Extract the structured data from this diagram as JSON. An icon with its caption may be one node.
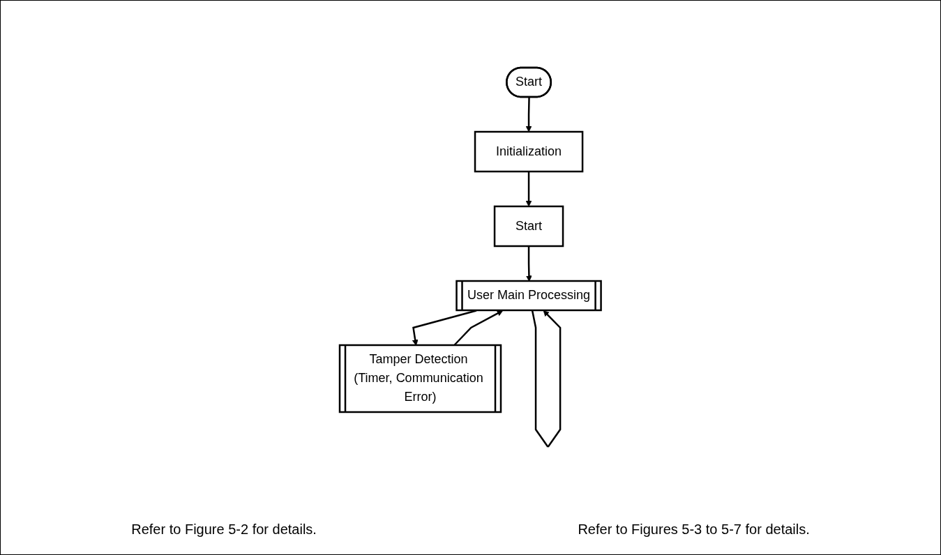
{
  "diagram": {
    "nodes": [
      {
        "text": [
          "Start"
        ]
      },
      {
        "text": [
          "Initialization"
        ]
      },
      {
        "text": [
          "Start"
        ]
      },
      {
        "text": [
          "User Main Processing"
        ]
      },
      {
        "text": [
          "Tamper Detection (Timer, Communication Error)"
        ]
      }
    ],
    "edges": [
      {
        "from": 0,
        "to": 1,
        "arrow": "to"
      },
      {
        "from": 1,
        "to": 2,
        "arrow": "to"
      },
      {
        "from": 2,
        "to": 3,
        "arrow": "to"
      },
      {
        "from": 3,
        "to": 3,
        "arrow": "to"
      },
      {
        "from": 3,
        "to": 4,
        "arrow": "to"
      },
      {
        "from": 4,
        "to": 3,
        "arrow": "to"
      }
    ],
    "labels": [
      "Refer to Figure 5-2 for details.",
      "Refer to Figures 5-3 to 5-7 for details."
    ]
  }
}
